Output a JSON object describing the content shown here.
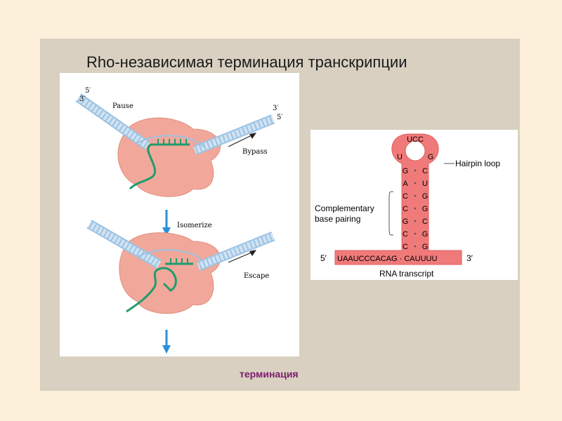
{
  "slide": {
    "title": "Rho-независимая терминация транскрипции",
    "footer": "терминация"
  },
  "left_diagram": {
    "top": {
      "strand_5prime": "5′",
      "strand_3prime": "3′",
      "right_3prime": "3′",
      "right_5prime": "5′",
      "pause_label": "Pause",
      "bypass_label": "Bypass"
    },
    "isomerize_label": "Isomerize",
    "bottom": {
      "escape_label": "Escape"
    }
  },
  "right_diagram": {
    "loop_top": "UCC",
    "loop_left": "U",
    "loop_right": "G",
    "stem_left": [
      "G",
      "A",
      "C",
      "C",
      "G",
      "C",
      "C"
    ],
    "stem_right": [
      "C",
      "U",
      "G",
      "G",
      "C",
      "G",
      "G"
    ],
    "base_sequence": "UAAUCCCACAG · CAUUUU",
    "five_prime": "5′",
    "three_prime": "3′",
    "hairpin_label": "Hairpin loop",
    "pairing_label_line1": "Complementary",
    "pairing_label_line2": "base pairing",
    "transcript_label": "RNA transcript"
  },
  "colors": {
    "background": "#fdf0db",
    "slide": "#d9d0c1",
    "polymerase": "#f1a89a",
    "dna": "#a9cbe6",
    "rna": "#1f9c6d",
    "arrow": "#2a8fd6",
    "hairpin_fill": "#f07a7a",
    "footer_text": "#7a1a6e"
  }
}
